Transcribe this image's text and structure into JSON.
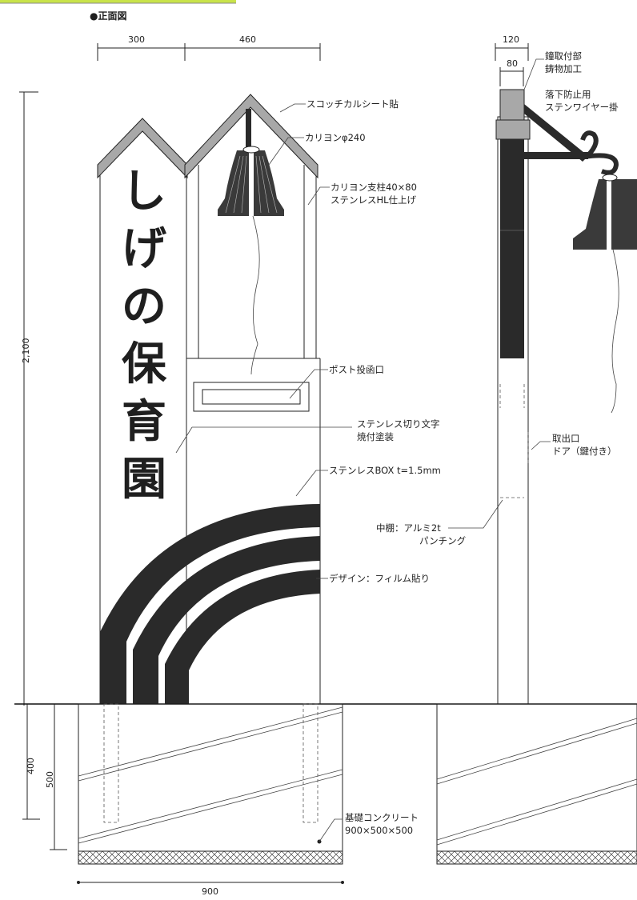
{
  "title": "●正面図",
  "dims": {
    "w300": "300",
    "w460": "460",
    "w120": "120",
    "w80": "80",
    "h2100": "2,100",
    "h400": "400",
    "h500": "500",
    "w900": "900"
  },
  "sign_chars": [
    "し",
    "げ",
    "の",
    "保",
    "育",
    "園"
  ],
  "labels": {
    "scotchcal": "スコッチカルシート貼",
    "carillon": "カリヨンφ240",
    "post_support_1": "カリヨン支柱40×80",
    "post_support_2": "ステンレスHL仕上げ",
    "post_slot": "ポスト投函口",
    "cut_letters_1": "ステンレス切り文字",
    "cut_letters_2": "焼付塗装",
    "box": "ステンレスBOX t=1.5mm",
    "design": "デザイン：フィルム貼り",
    "inner_shelf_1": "中棚：アルミ2t",
    "inner_shelf_2": "パンチング",
    "bell_mount_1": "鐘取付部",
    "bell_mount_2": "鋳物加工",
    "fall_prevent_1": "落下防止用",
    "fall_prevent_2": "ステンワイヤー掛",
    "outlet_1": "取出口",
    "outlet_2": "ドア（鍵付き）",
    "foundation_1": "基礎コンクリート",
    "foundation_2": "900×500×500"
  },
  "colors": {
    "line": "#222222",
    "roof_gray": "#a8a8a8",
    "post_dark": "#2a2a2a",
    "bell_dark": "#3a3a3a"
  }
}
